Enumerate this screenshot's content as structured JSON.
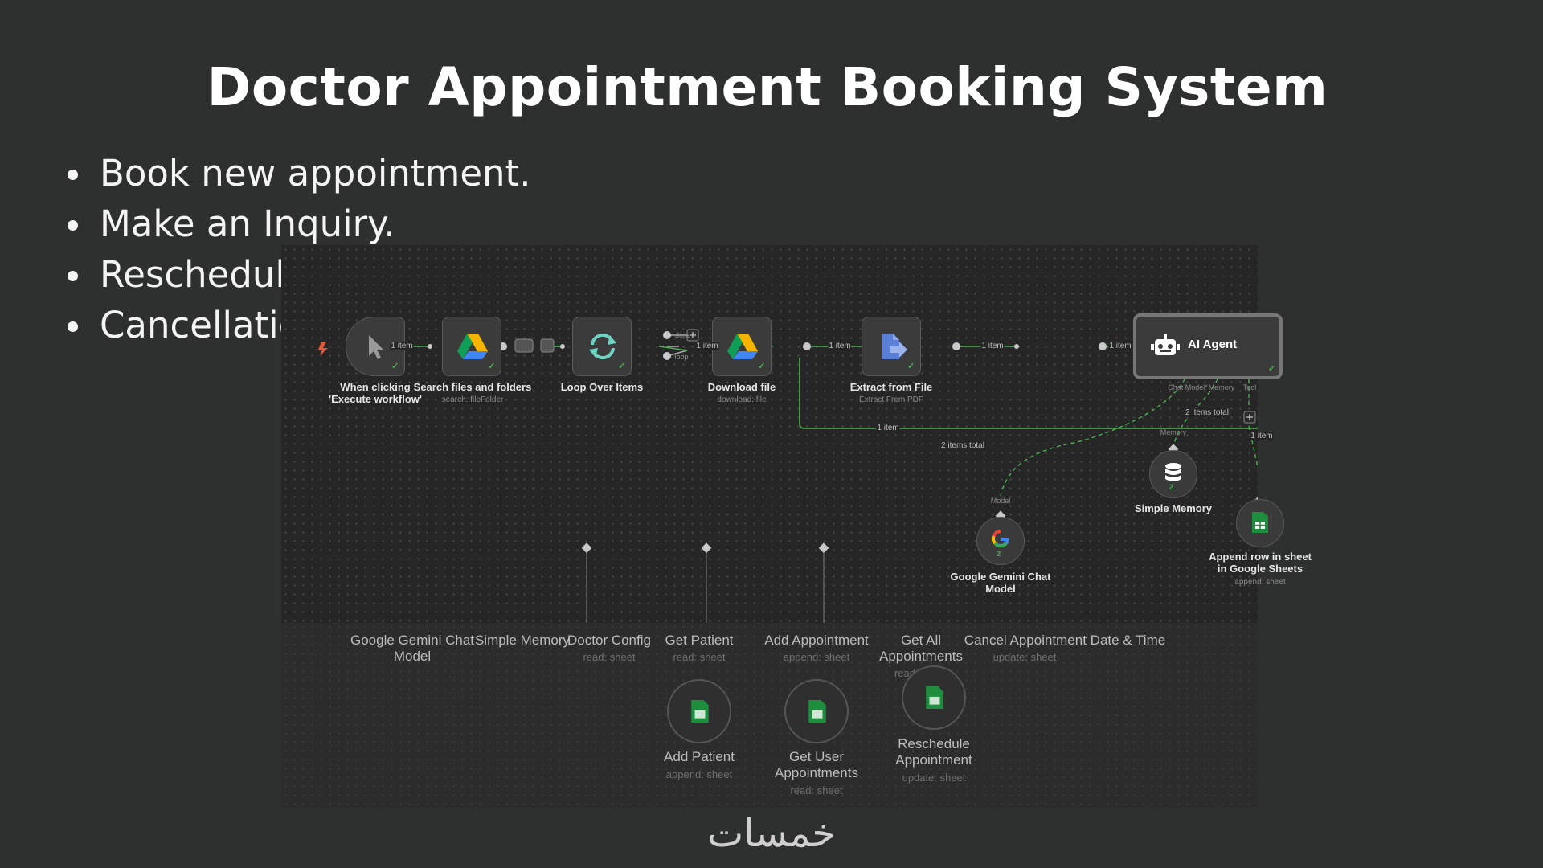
{
  "title": "Doctor Appointment Booking System",
  "bullets": [
    "Book new appointment.",
    "Make an Inquiry.",
    "Reschedule appointment",
    "Cancellation"
  ],
  "workflow": {
    "nodes": {
      "trigger": {
        "label": "When clicking 'Execute workflow'",
        "icon": "cursor-icon"
      },
      "search": {
        "label": "Search files and folders",
        "sub": "search: fileFolder",
        "icon": "google-drive-icon"
      },
      "loop": {
        "label": "Loop Over Items",
        "icon": "loop-icon"
      },
      "download": {
        "label": "Download file",
        "sub": "download: file",
        "icon": "google-drive-icon"
      },
      "extract": {
        "label": "Extract from File",
        "sub": "Extract From PDF",
        "icon": "file-extract-icon"
      },
      "agent": {
        "label": "AI Agent",
        "icon": "robot-icon"
      },
      "memory": {
        "label": "Simple Memory",
        "icon": "database-icon",
        "badge": "2"
      },
      "gemini": {
        "label": "Google Gemini Chat Model",
        "icon": "google-icon",
        "badge": "2"
      },
      "append": {
        "label": "Append row in sheet in Google Sheets",
        "sub": "append: sheet",
        "icon": "google-sheets-icon"
      }
    },
    "edges": {
      "item": "1 item",
      "done": "done",
      "loop": "loop",
      "items_total": "2 items total"
    },
    "ports": {
      "chat_model": "Chat Model*",
      "memory": "Memory",
      "tool": "Tool",
      "model": "Model"
    }
  },
  "lower_row": {
    "labels": [
      {
        "text": "Google Gemini Chat Model"
      },
      {
        "text": "Simple Memory"
      },
      {
        "text": "Doctor Config",
        "sub": "read: sheet"
      },
      {
        "text": "Get Patient",
        "sub": "read: sheet"
      },
      {
        "text": "Add Appointment",
        "sub": "append: sheet"
      },
      {
        "text": "Get All Appointments",
        "sub": "read"
      },
      {
        "text": "Cancel Appointment Date & Time",
        "sub": "update: sheet"
      }
    ],
    "tools": [
      {
        "text": "Add Patient",
        "sub": "append: sheet",
        "icon": "google-sheets-icon"
      },
      {
        "text": "Get User Appointments",
        "sub": "read: sheet",
        "icon": "google-sheets-icon"
      },
      {
        "text": "Reschedule Appointment",
        "sub": "update: sheet",
        "icon": "google-sheets-icon"
      }
    ]
  },
  "logo": {
    "text": "خمسات",
    "name": "khamsat-logo"
  },
  "colors": {
    "background": "#2e2f2f",
    "canvas": "#262626",
    "connection": "#4caf50",
    "node": "#3b3b3b",
    "sheets_green": "#1e8e3e"
  }
}
